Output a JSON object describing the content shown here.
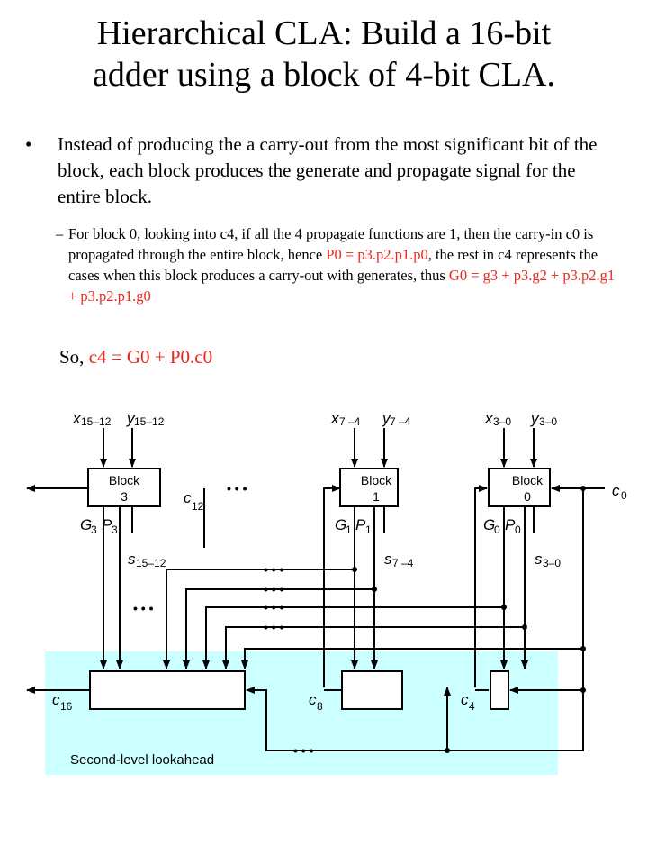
{
  "title": {
    "line1": "Hierarchical CLA: Build a 16-bit",
    "line2": "adder using a block of 4-bit CLA."
  },
  "bullet": {
    "symbol": "•",
    "text": "Instead of producing the a carry-out from the most significant bit of the block, each block produces the generate and propagate signal for the entire block."
  },
  "sub_bullet": {
    "symbol": "–",
    "text_a": "For block 0, looking into c4, if all the 4 propagate functions are 1, then the carry-in c0 is propagated through the entire block, hence ",
    "red_a": "P0 = p3.p2.p1.p0",
    "text_b": ",  the rest in c4 represents the cases when this block produces a carry-out with generates, thus ",
    "red_b": "G0 = g3 + p3.g2 + p3.p2.g1 + p3.p2.p1.g0"
  },
  "so_line": {
    "prefix": "So, ",
    "formula": "c4 = G0 + P0.c0"
  },
  "diagram": {
    "block_word": "Block",
    "ellipsis": "• • •",
    "second_level_label": "Second-level lookahead",
    "carry_c0": {
      "main": "c",
      "sub": "0"
    },
    "carry_c4": {
      "main": "c",
      "sub": "4"
    },
    "carry_c8": {
      "main": "c",
      "sub": "8"
    },
    "carry_c12": {
      "main": "c",
      "sub": "12"
    },
    "carry_c16": {
      "main": "c",
      "sub": "16"
    },
    "blocks": [
      {
        "number": "3",
        "x": "x",
        "x_sub": "15–12",
        "y": "y",
        "y_sub": "15–12",
        "g": "G",
        "g_sub": "3",
        "p": "P",
        "p_sub": "3",
        "s": "s",
        "s_sub": "15–12"
      },
      {
        "number": "1",
        "x": "x",
        "x_sub": "7 –4",
        "y": "y",
        "y_sub": "7 –4",
        "g": "G",
        "g_sub": "1",
        "p": "P",
        "p_sub": "1",
        "s": "s",
        "s_sub": "7 –4"
      },
      {
        "number": "0",
        "x": "x",
        "x_sub": "3–0",
        "y": "y",
        "y_sub": "3–0",
        "g": "G",
        "g_sub": "0",
        "p": "P",
        "p_sub": "0",
        "s": "s",
        "s_sub": "3–0"
      }
    ]
  },
  "colors": {
    "accent_red": "#e8281e",
    "lookahead_fill": "#ccffff"
  }
}
